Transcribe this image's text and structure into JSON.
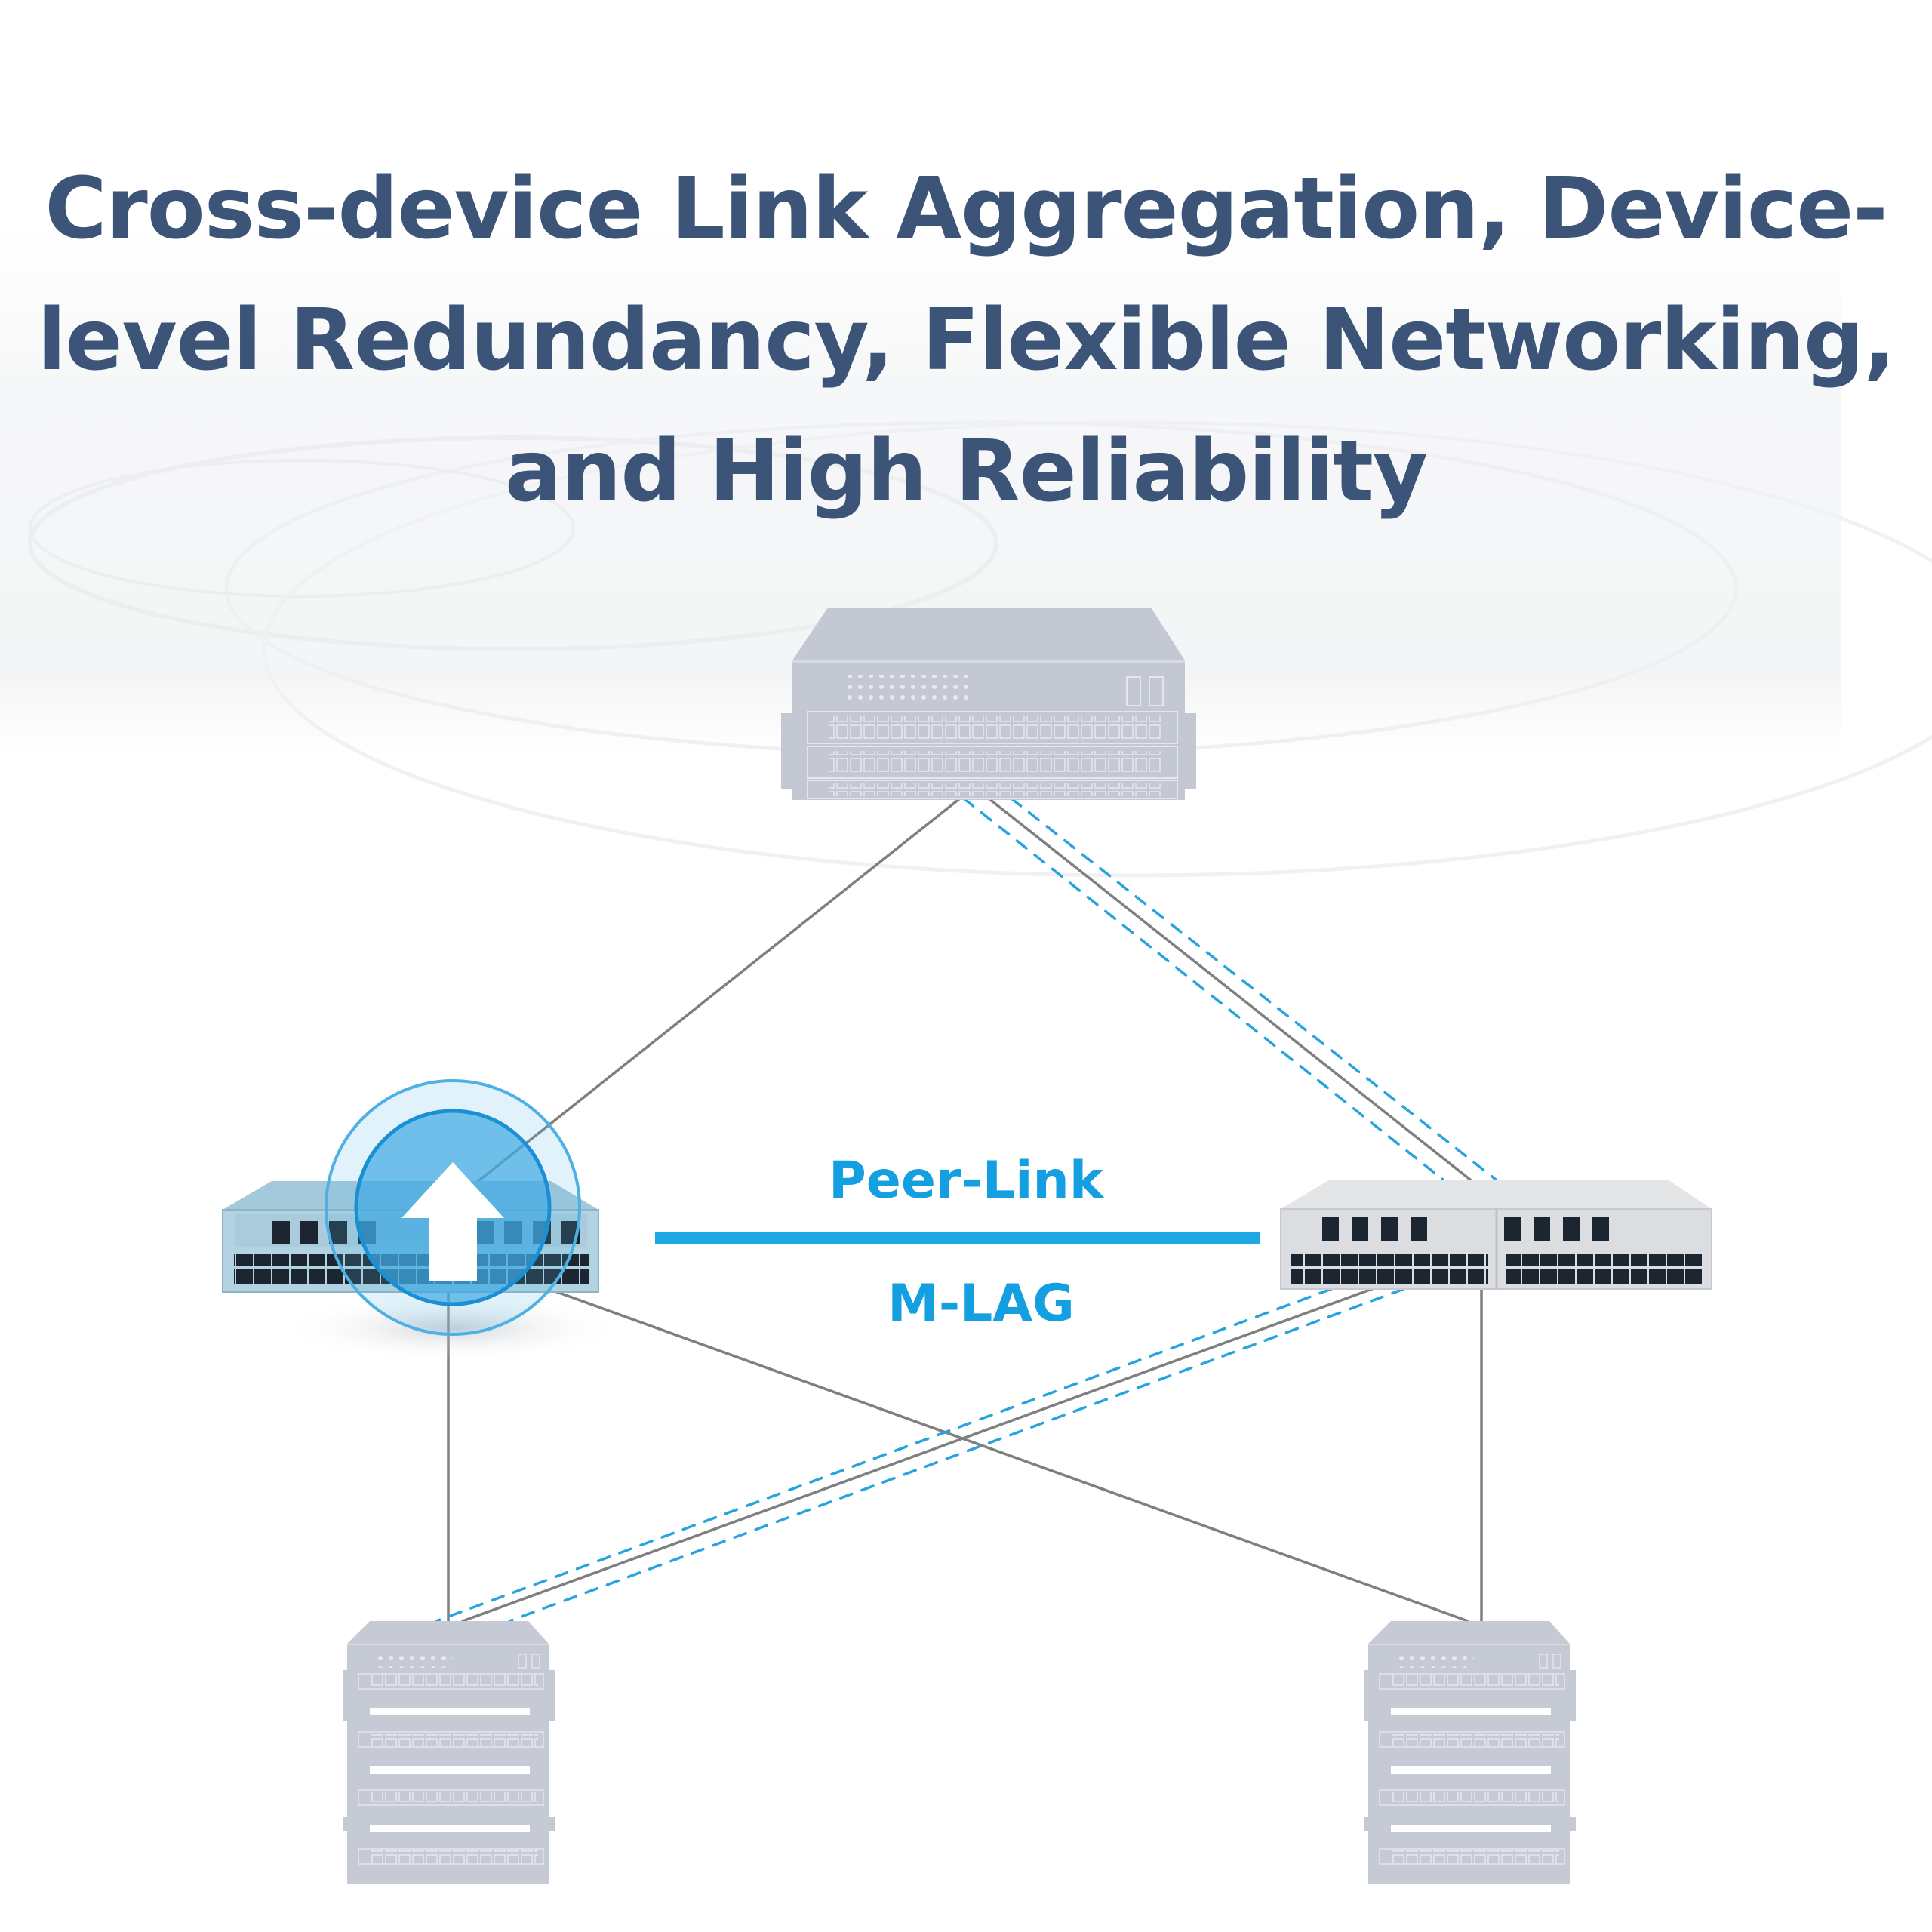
{
  "title": {
    "lines": [
      "Cross-device Link Aggregation, Device-",
      "level Redundancy, Flexible Networking,",
      "and High Reliability"
    ]
  },
  "labels": {
    "peer_link": "Peer-Link",
    "mlag": "M-LAG"
  },
  "colors": {
    "title": "#3b5478",
    "accent": "#1ea8e4",
    "link_solid": "#808080",
    "link_dashed": "#2aa4dc",
    "device_gray": "#c5cad4",
    "switch_blue": "#a9cfe0",
    "switch_silver": "#e2e3e5"
  },
  "topology": {
    "nodes": [
      {
        "id": "core-switch",
        "role": "core chassis switch",
        "tier": "top"
      },
      {
        "id": "mlag-switch-a",
        "role": "M-LAG member switch (highlighted, upgrading)",
        "tier": "middle-left",
        "badge": "upgrade-arrow-icon"
      },
      {
        "id": "mlag-switch-b",
        "role": "M-LAG member switch",
        "tier": "middle-right"
      },
      {
        "id": "access-switch-left",
        "role": "access chassis",
        "tier": "bottom-left"
      },
      {
        "id": "access-switch-right",
        "role": "access chassis",
        "tier": "bottom-right"
      }
    ],
    "links": [
      {
        "from": "core-switch",
        "to": "mlag-switch-a",
        "style": "solid"
      },
      {
        "from": "core-switch",
        "to": "mlag-switch-b",
        "style": "solid"
      },
      {
        "from": "core-switch",
        "to": "mlag-switch-b",
        "style": "dashed"
      },
      {
        "from": "core-switch",
        "to": "mlag-switch-b",
        "style": "dashed"
      },
      {
        "from": "mlag-switch-a",
        "to": "mlag-switch-b",
        "style": "peer-link"
      },
      {
        "from": "mlag-switch-a",
        "to": "access-switch-left",
        "style": "solid"
      },
      {
        "from": "mlag-switch-a",
        "to": "access-switch-right",
        "style": "solid"
      },
      {
        "from": "mlag-switch-b",
        "to": "access-switch-left",
        "style": "solid"
      },
      {
        "from": "mlag-switch-b",
        "to": "access-switch-left",
        "style": "dashed"
      },
      {
        "from": "mlag-switch-b",
        "to": "access-switch-left",
        "style": "dashed"
      },
      {
        "from": "mlag-switch-b",
        "to": "access-switch-right",
        "style": "solid"
      }
    ]
  }
}
